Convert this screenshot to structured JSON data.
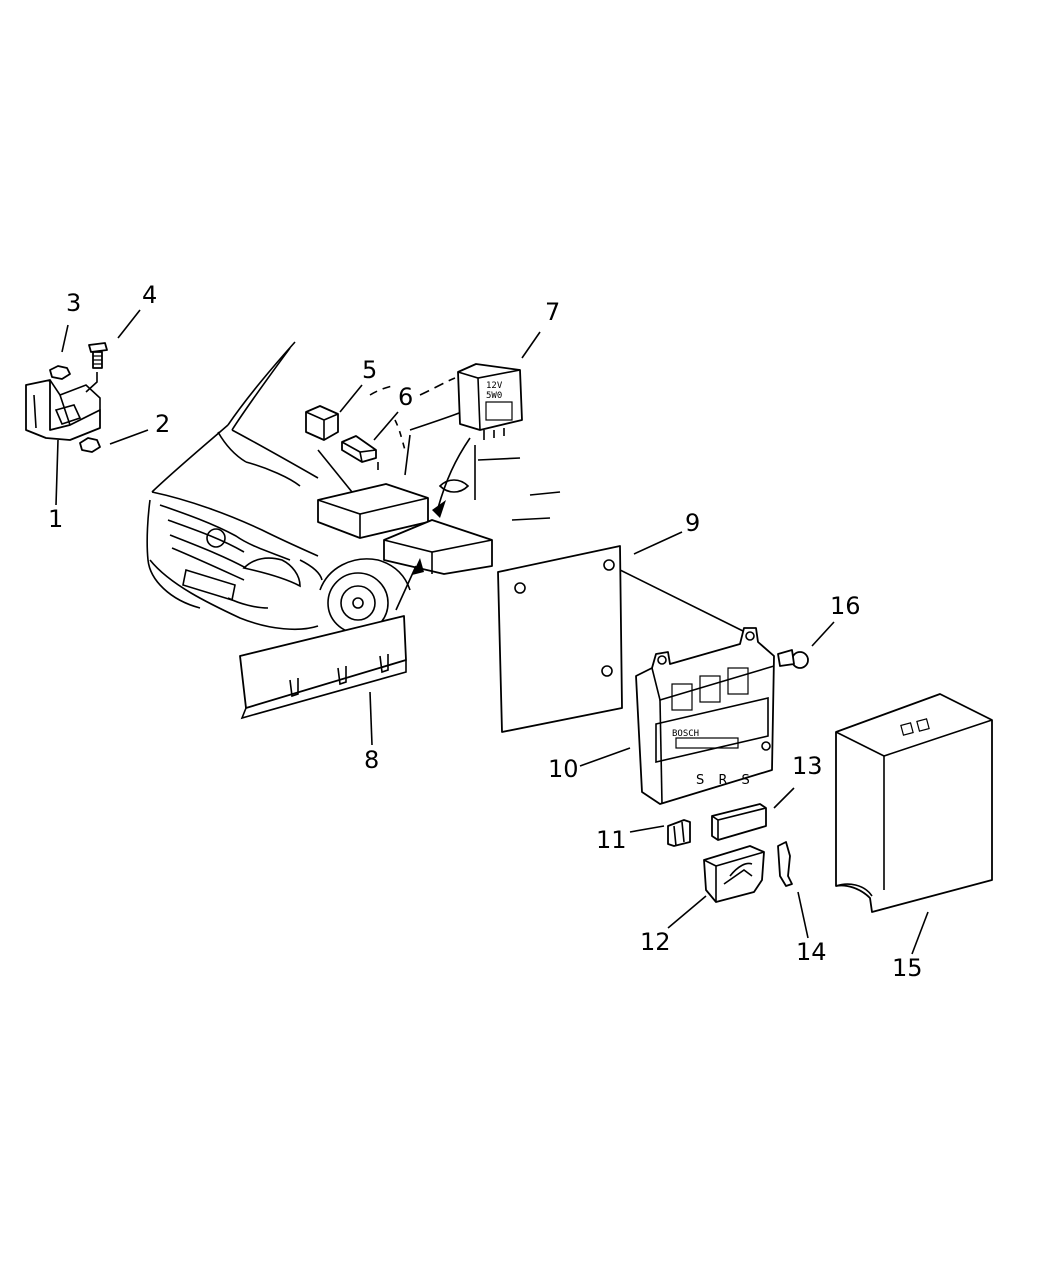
{
  "labels": {
    "l1": "1",
    "l2": "2",
    "l3": "3",
    "l4": "4",
    "l5": "5",
    "l6": "6",
    "l7": "7",
    "l8": "8",
    "l9": "9",
    "l10": "10",
    "l11": "11",
    "l12": "12",
    "l13": "13",
    "l14": "14",
    "l15": "15",
    "l16": "16"
  },
  "module_text": {
    "brand": "BOSCH",
    "srs": "S R S"
  },
  "relay_text": {
    "line1": "12V",
    "line2": "5W0"
  }
}
